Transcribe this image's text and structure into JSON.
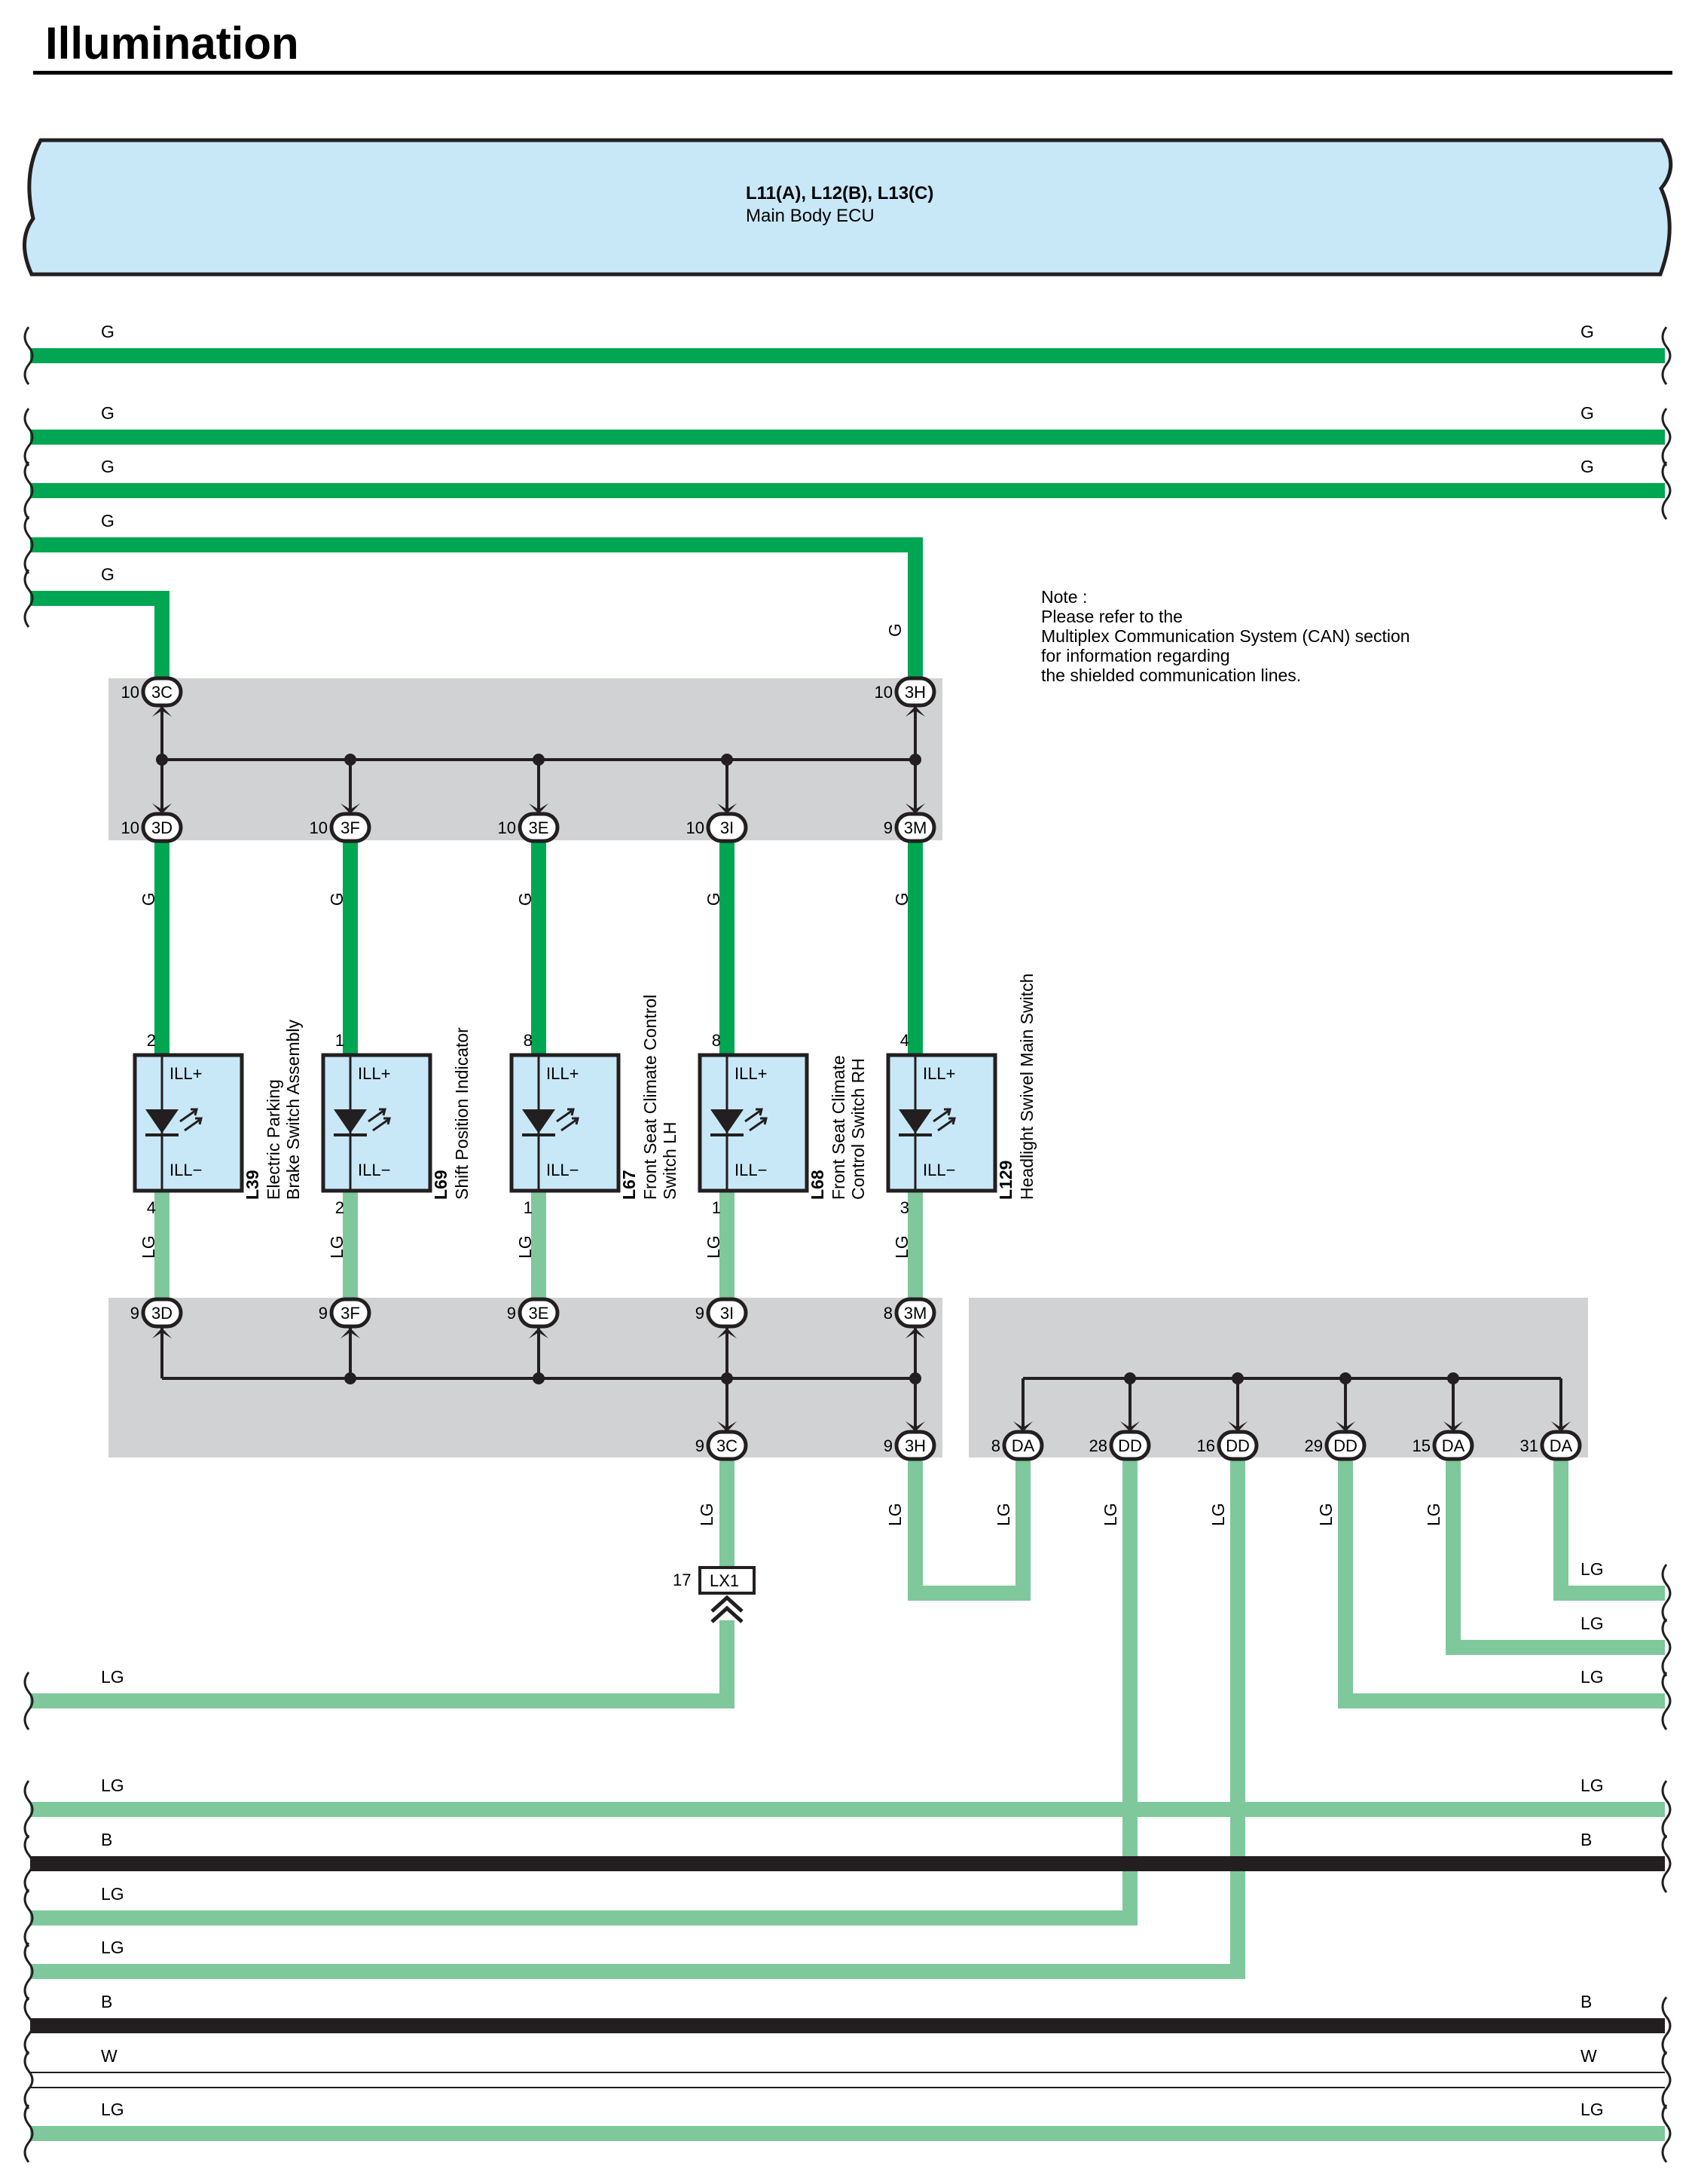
{
  "page": {
    "title": "Illumination"
  },
  "ecu": {
    "code": "L11(A), L12(B), L13(C)",
    "name": "Main Body ECU"
  },
  "colors": {
    "g": "#00a651",
    "lg": "#7ec89c",
    "b": "#231f20",
    "w": "#ffffff",
    "ecu_fill": "#c8e8f8",
    "junction_fill": "#d1d2d4",
    "switch_fill": "#c8e8f8"
  },
  "wire_labels": {
    "G": "G",
    "LG": "LG",
    "B": "B",
    "W": "W"
  },
  "note": {
    "lines": [
      "Note :",
      "Please refer to the",
      "Multiplex Communication System (CAN) section",
      "for information regarding",
      "the shielded communication lines."
    ]
  },
  "components": [
    {
      "code": "L39",
      "name": [
        "Electric Parking",
        "Brake Switch Assembly"
      ],
      "pin_plus": "2",
      "pin_minus": "4",
      "plus_label": "ILL+",
      "minus_label": "ILL−"
    },
    {
      "code": "L69",
      "name": [
        "Shift Position Indicator"
      ],
      "pin_plus": "1",
      "pin_minus": "2",
      "plus_label": "ILL+",
      "minus_label": "ILL−"
    },
    {
      "code": "L67",
      "name": [
        "Front Seat Climate Control",
        "Switch LH"
      ],
      "pin_plus": "8",
      "pin_minus": "1",
      "plus_label": "ILL+",
      "minus_label": "ILL−"
    },
    {
      "code": "L68",
      "name": [
        "Front Seat Climate",
        "Control Switch RH"
      ],
      "pin_plus": "8",
      "pin_minus": "1",
      "plus_label": "ILL+",
      "minus_label": "ILL−"
    },
    {
      "code": "L129",
      "name": [
        "Headlight Swivel Main Switch"
      ],
      "pin_plus": "4",
      "pin_minus": "3",
      "plus_label": "ILL+",
      "minus_label": "ILL−"
    }
  ],
  "junction_top": {
    "inputs": [
      {
        "pin": "10",
        "conn": "3C"
      },
      {
        "pin": "10",
        "conn": "3H"
      }
    ],
    "outputs": [
      {
        "pin": "10",
        "conn": "3D"
      },
      {
        "pin": "10",
        "conn": "3F"
      },
      {
        "pin": "10",
        "conn": "3E"
      },
      {
        "pin": "10",
        "conn": "3I"
      },
      {
        "pin": "9",
        "conn": "3M"
      }
    ]
  },
  "junction_bottom": {
    "inputs": [
      {
        "pin": "9",
        "conn": "3D"
      },
      {
        "pin": "9",
        "conn": "3F"
      },
      {
        "pin": "9",
        "conn": "3E"
      },
      {
        "pin": "9",
        "conn": "3I"
      },
      {
        "pin": "8",
        "conn": "3M"
      }
    ],
    "outputs": [
      {
        "pin": "9",
        "conn": "3C"
      },
      {
        "pin": "9",
        "conn": "3H"
      }
    ]
  },
  "junction_right": {
    "outputs": [
      {
        "pin": "8",
        "conn": "DA"
      },
      {
        "pin": "28",
        "conn": "DD"
      },
      {
        "pin": "16",
        "conn": "DD"
      },
      {
        "pin": "29",
        "conn": "DD"
      },
      {
        "pin": "15",
        "conn": "DA"
      },
      {
        "pin": "31",
        "conn": "DA"
      }
    ]
  },
  "lx1": {
    "pin": "17",
    "code": "LX1"
  }
}
